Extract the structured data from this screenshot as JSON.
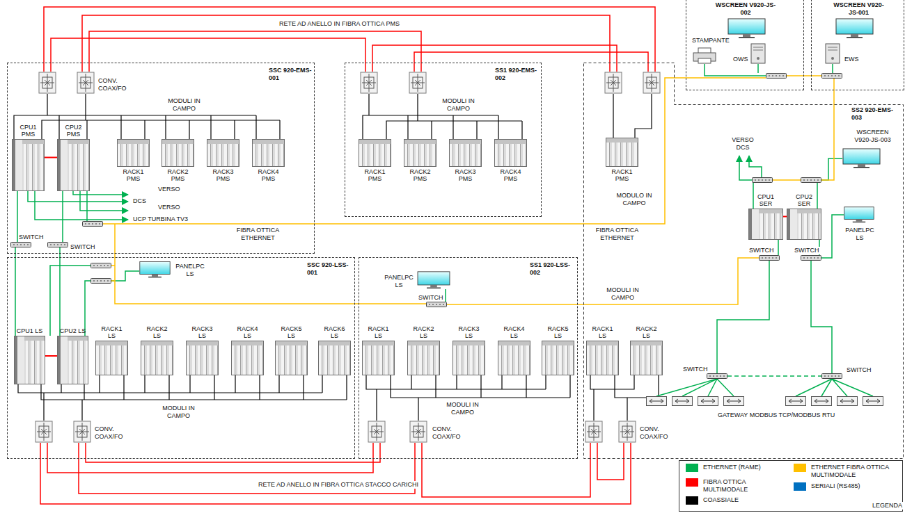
{
  "diagram": {
    "nodes": [
      {
        "text": [
          "SSC 920-EMS-001"
        ]
      },
      {
        "text": [
          "CPU1 PMS"
        ],
        "in": 0
      },
      {
        "text": [
          "CPU2 PMS"
        ],
        "in": 0
      },
      {
        "text": [
          "RACK1 PMS"
        ],
        "in": 0
      },
      {
        "text": [
          "RACK2 PMS"
        ],
        "in": 0
      },
      {
        "text": [
          "RACK3 PMS"
        ],
        "in": 0
      },
      {
        "text": [
          "RACK4 PMS"
        ],
        "in": 0
      },
      {
        "text": [
          "SS1 920-EMS-002"
        ]
      },
      {
        "text": [
          "RACK1 PMS"
        ],
        "in": 7
      },
      {
        "text": [
          "RACK2 PMS"
        ],
        "in": 7
      },
      {
        "text": [
          "RACK3 PMS"
        ],
        "in": 7
      },
      {
        "text": [
          "RACK4 PMS"
        ],
        "in": 7
      },
      {
        "text": [
          "WSCREEN V920-JS-002"
        ]
      },
      {
        "text": [
          "WSCREEN V920-JS-001"
        ]
      },
      {
        "text": [
          "SS2 920-EMS-003"
        ]
      },
      {
        "text": [
          "RACK1 PMS"
        ],
        "in": 14
      },
      {
        "text": [
          "CPU1 SER"
        ],
        "in": 14
      },
      {
        "text": [
          "CPU2 SER"
        ],
        "in": 14
      },
      {
        "text": [
          "SSC 920-LSS-001"
        ]
      },
      {
        "text": [
          "CPU1 LS"
        ],
        "in": 18
      },
      {
        "text": [
          "CPU2 LS"
        ],
        "in": 18
      },
      {
        "text": [
          "RACK1 LS"
        ],
        "in": 18
      },
      {
        "text": [
          "RACK2 LS"
        ],
        "in": 18
      },
      {
        "text": [
          "RACK3 LS"
        ],
        "in": 18
      },
      {
        "text": [
          "RACK4 LS"
        ],
        "in": 18
      },
      {
        "text": [
          "RACK5 LS"
        ],
        "in": 18
      },
      {
        "text": [
          "RACK6 LS"
        ],
        "in": 18
      },
      {
        "text": [
          "SS1 920-LSS-002"
        ]
      },
      {
        "text": [
          "RACK1 LS"
        ],
        "in": 27
      },
      {
        "text": [
          "RACK2 LS"
        ],
        "in": 27
      },
      {
        "text": [
          "RACK3 LS"
        ],
        "in": 27
      },
      {
        "text": [
          "RACK4 LS"
        ],
        "in": 27
      },
      {
        "text": [
          "RACK5 LS"
        ],
        "in": 27
      },
      {
        "text": [
          "RACK1 LS"
        ],
        "in": 14
      },
      {
        "text": [
          "RACK2 LS"
        ],
        "in": 14
      }
    ],
    "edges": [
      {
        "from": 1,
        "to": 2,
        "arrow": "none"
      },
      {
        "from": 16,
        "to": 17,
        "arrow": "none"
      },
      {
        "from": 19,
        "to": 20,
        "arrow": "none"
      }
    ],
    "labels": [
      "RETE AD ANELLO IN FIBRA OTTICA PMS",
      "CONV. COAX/FO",
      "MODULI IN CAMPO",
      "VERSO",
      "DCS",
      "VERSO",
      "UCP TURBINA TV3",
      "FIBRA OTTICA ETHERNET",
      "SWITCH",
      "SWITCH",
      "MODULI IN CAMPO",
      "STAMPANTE",
      "OWS",
      "EWS",
      "MODULO IN CAMPO",
      "FIBRA OTTICA ETHERNET",
      "VERSO DCS",
      "WSCREEN V920-JS-003",
      "PANELPC LS",
      "SWITCH",
      "SWITCH",
      "PANELPC LS",
      "MODULI IN CAMPO",
      "CONV. COAX/FO",
      "PANELPC LS",
      "SWITCH",
      "MODULI IN CAMPO",
      "CONV. COAX/FO",
      "MODULI IN CAMPO",
      "SWITCH",
      "SWITCH",
      "GATEWAY MODBUS TCP/MODBUS RTU",
      "CONV. COAX/FO",
      "RETE AD ANELLO IN FIBRA OTTICA STACCO CARICHI",
      "LEGENDA"
    ],
    "legend": [
      {
        "text": "ETHERNET (RAME)",
        "color": "#00b050"
      },
      {
        "text": "FIBRA OTTICA MULTIMODALE",
        "color": "#ff0000"
      },
      {
        "text": "COASSIALE",
        "color": "#000000"
      },
      {
        "text": "ETHERNET FIBRA OTTICA MULTIMODALE",
        "color": "#ffc000"
      },
      {
        "text": "SERIALI (RS485)",
        "color": "#0070c0"
      }
    ]
  }
}
